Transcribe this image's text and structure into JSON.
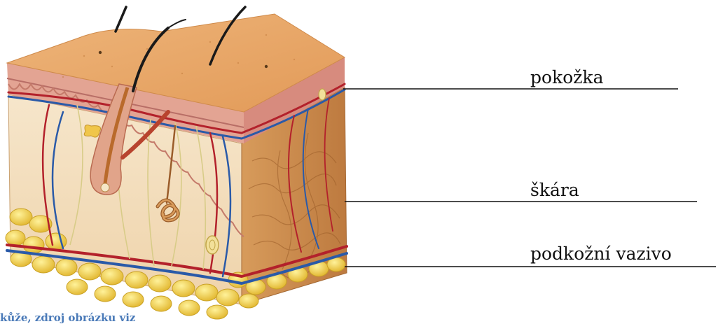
{
  "labels": {
    "epidermis": "pokožka",
    "dermis": "škára",
    "subcutis": "podkožní vazivo"
  },
  "caption": "kůže, zdroj obrázku viz",
  "colors": {
    "epidermis_top": "#e8a765",
    "epidermis_layer": "#d88f83",
    "dermis": "#f3dfc0",
    "side_dermis": "#c98a4c",
    "fat": "#f1d44e",
    "artery": "#b3212b",
    "vein": "#2a5aa8",
    "nerve": "#e2d79a",
    "hair": "#1a1a1a",
    "follicle": "#c8663a",
    "caption": "#4a7ab8"
  }
}
